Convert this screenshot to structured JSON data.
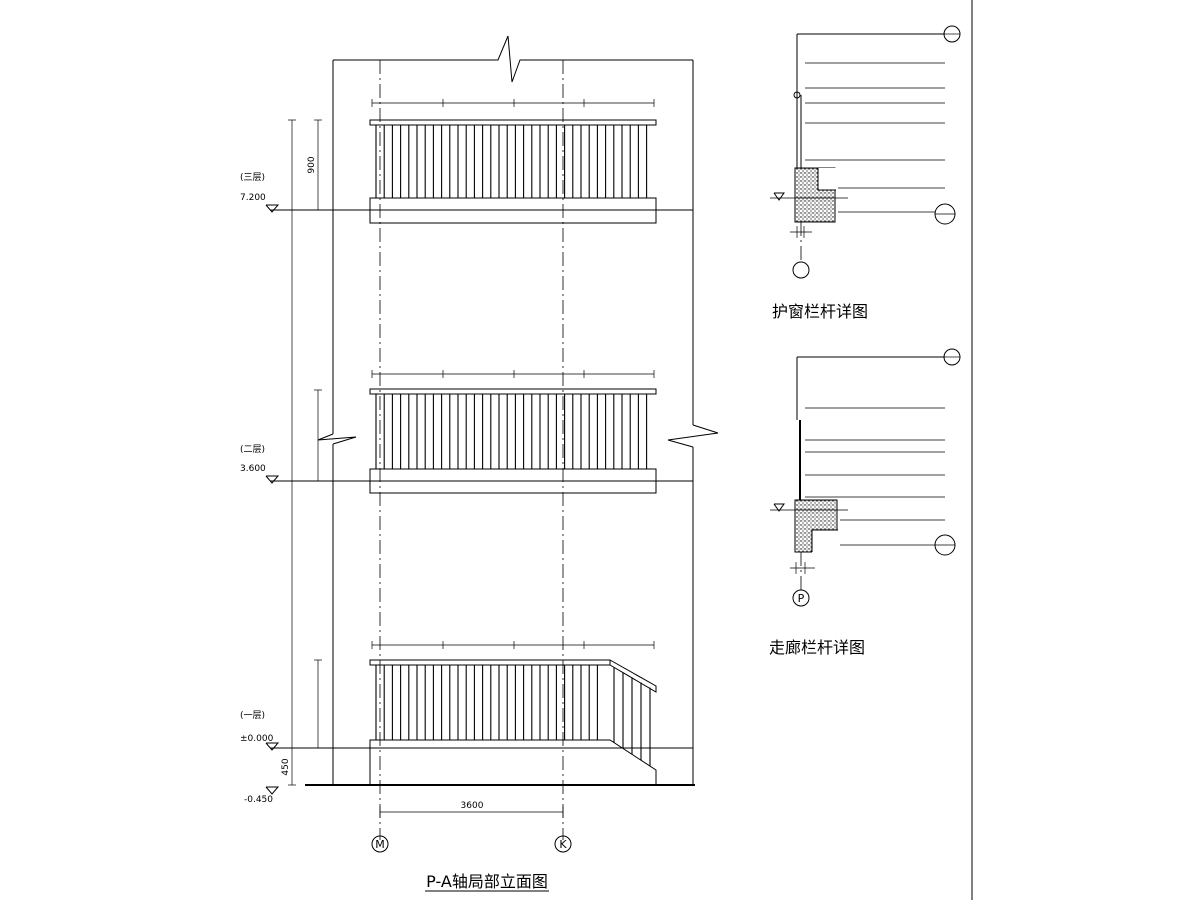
{
  "drawing": {
    "elevation_title": "P-A轴局部立面图",
    "detail1_title": "护窗栏杆详图",
    "detail2_title": "走廊栏杆详图",
    "axis_left": "M",
    "axis_right": "K",
    "axis_detail2": "P",
    "levels": [
      {
        "floor": "(三层)",
        "value": "7.200"
      },
      {
        "floor": "(二层)",
        "value": "3.600"
      },
      {
        "floor": "(一层)",
        "value": "±0.000"
      },
      {
        "floor": "",
        "value": "-0.450"
      }
    ],
    "railing_dims": [
      "",
      "",
      "",
      ""
    ],
    "bottom_dim": "3600",
    "vertical_dims": [
      "900",
      "",
      "",
      "",
      "",
      "450"
    ],
    "detail1_notes": [
      "",
      "",
      "",
      "",
      "",
      "",
      ""
    ],
    "detail2_notes": [
      "",
      "",
      "",
      "",
      "",
      "",
      "",
      "",
      ""
    ],
    "detail1_levels": [
      "",
      ""
    ],
    "detail2_levels": [
      "",
      ""
    ]
  }
}
